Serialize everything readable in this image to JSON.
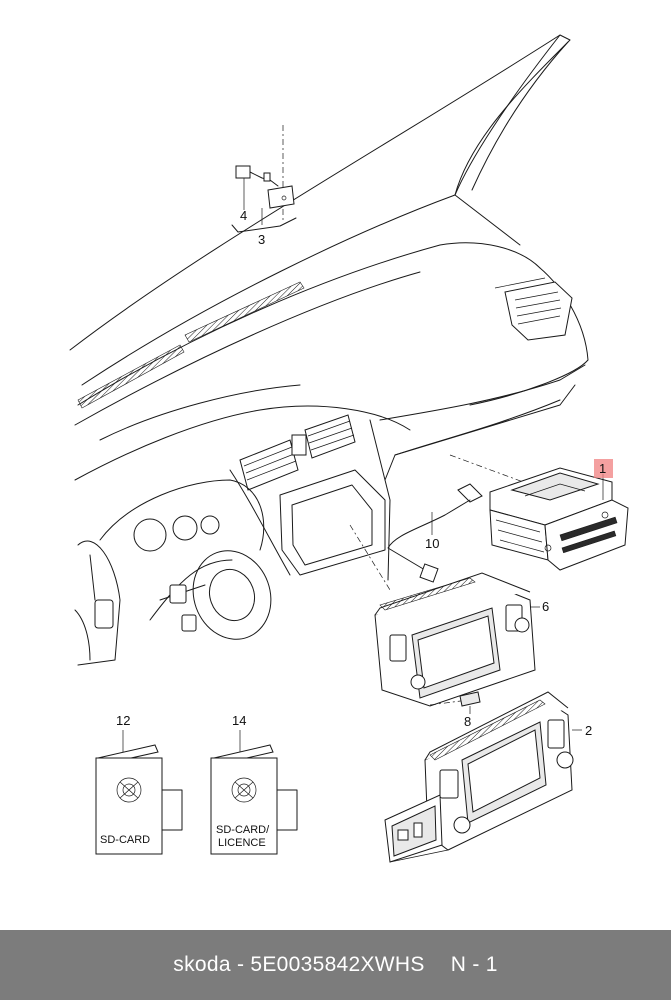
{
  "diagram": {
    "callouts": {
      "c1": "1",
      "c2": "2",
      "c3": "3",
      "c4": "4",
      "c6": "6",
      "c8": "8",
      "c10": "10",
      "c12": "12",
      "c14": "14"
    },
    "book_12_text": "SD-CARD",
    "book_14_line1": "SD-CARD/",
    "book_14_line2": "LICENCE",
    "highlight_color": "#f08080"
  },
  "footer": {
    "part_text": "skoda - 5E0035842XWHS",
    "page_text": "N - 1"
  }
}
